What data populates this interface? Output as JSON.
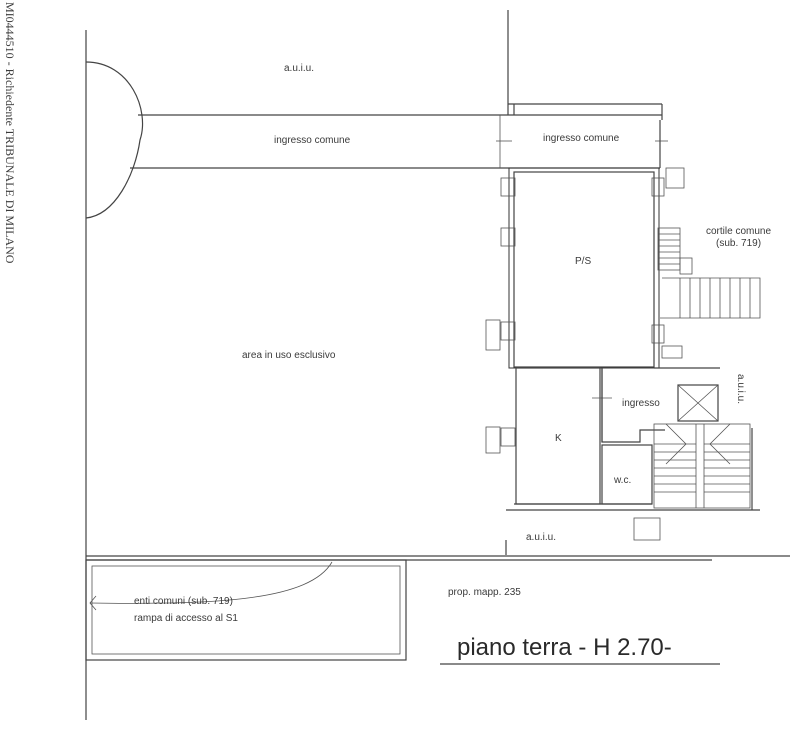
{
  "stamp_text": "MI0444510 - Richiedente TRIBUNALE DI MILANO",
  "labels": {
    "auiu_top": "a.u.i.u.",
    "ingresso_comune_left": "ingresso comune",
    "ingresso_comune_right": "ingresso comune",
    "cortile_comune": "cortile comune",
    "cortile_sub": "(sub. 719)",
    "ps": "P/S",
    "area_esclusivo": "area in uso esclusivo",
    "ingresso": "ingresso",
    "k": "K",
    "wc": "w.c.",
    "auiu_side": "a.u.i.u.",
    "auiu_bottom": "a.u.i.u.",
    "enti_comuni": "enti comuni (sub. 719)",
    "rampa": "rampa di accesso al S1",
    "prop_mapp": "prop. mapp. 235",
    "piano_terra": "piano terra - H 2.70-"
  },
  "colors": {
    "line": "#444444",
    "text": "#3a3a3a",
    "background": "#ffffff"
  }
}
